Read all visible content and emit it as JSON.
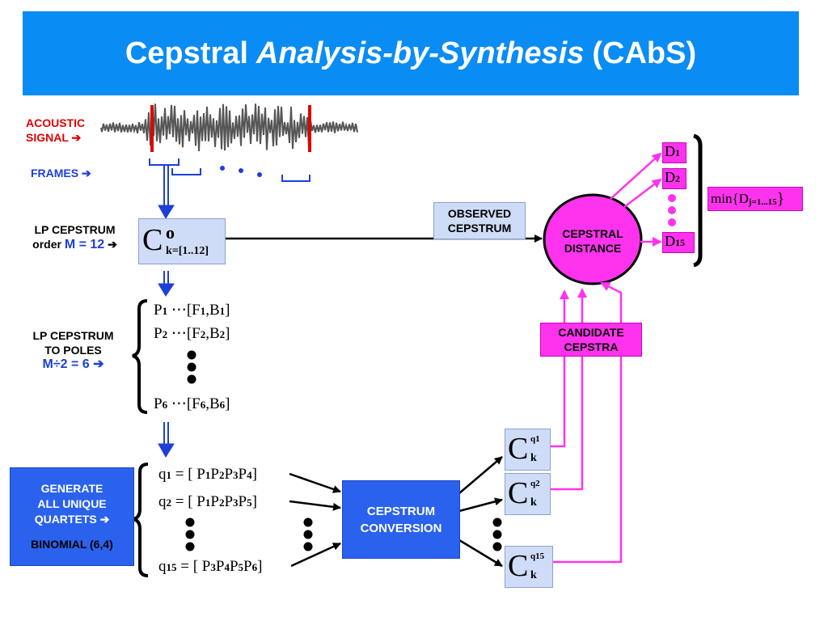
{
  "title": {
    "part1": "Cepstral",
    "part2": "Analysis-by-Synthesis",
    "part3": "(CAbS)"
  },
  "left_labels": {
    "acoustic_signal_line1": "ACOUSTIC",
    "acoustic_signal_line2": "SIGNAL ➔",
    "frames": "FRAMES ➔",
    "lp_cepstrum_line1": "LP CEPSTRUM",
    "lp_cepstrum_order": "order",
    "lp_cepstrum_m": "M = 12",
    "lp_cepstrum_arrow": "➔",
    "to_poles_line1": "LP CEPSTRUM",
    "to_poles_line2": "TO POLES",
    "to_poles_m": "M÷2 = 6 ➔"
  },
  "observed_cepstrum": {
    "line1": "OBSERVED",
    "line2": "CEPSTRUM"
  },
  "c_observed": {
    "c": "C",
    "sup": "o",
    "sub": "k=[1..12]"
  },
  "cepstral_distance": {
    "line1": "CEPSTRAL",
    "line2": "DISTANCE"
  },
  "candidate_cepstra": {
    "line1": "CANDIDATE",
    "line2": "CEPSTRA"
  },
  "distances": {
    "d1": "D",
    "d1_sub": "1",
    "d2": "D",
    "d2_sub": "2",
    "d15": "D",
    "d15_sub": "15"
  },
  "min_box": {
    "prefix": "min{D",
    "sub": "j=1...15",
    "suffix": "}"
  },
  "poles": [
    {
      "p": "P",
      "p_sub": "1",
      "mid": "⋯[F",
      "f_sub": "1",
      "comma": ",B",
      "b_sub": "1",
      "end": "]"
    },
    {
      "p": "P",
      "p_sub": "2",
      "mid": "⋯[F",
      "f_sub": "2",
      "comma": ",B",
      "b_sub": "2",
      "end": "]"
    },
    {
      "p": "P",
      "p_sub": "6",
      "mid": "⋯[F",
      "f_sub": "6",
      "comma": ",B",
      "b_sub": "6",
      "end": "]"
    }
  ],
  "generate_box": {
    "line1": "GENERATE",
    "line2": "ALL UNIQUE",
    "line3": "QUARTETS ➔",
    "line4": "BINOMIAL (6,4)"
  },
  "quartets": [
    {
      "q": "q",
      "q_sub": "1",
      "eq": "= [ P",
      "a": "1",
      "pb": "P",
      "b": "2",
      "pc": "P",
      "c": "3",
      "pd": "P",
      "d": "4",
      "end": "]"
    },
    {
      "q": "q",
      "q_sub": "2",
      "eq": "= [ P",
      "a": "1",
      "pb": "P",
      "b": "2",
      "pc": "P",
      "c": "3",
      "pd": "P",
      "d": "5",
      "end": "]"
    },
    {
      "q": "q",
      "q_sub": "15",
      "eq": "= [ P",
      "a": "3",
      "pb": "P",
      "b": "4",
      "pc": "P",
      "c": "5",
      "pd": "P",
      "d": "6",
      "end": "]"
    }
  ],
  "cepstrum_conversion": {
    "line1": "CEPSTRUM",
    "line2": "CONVERSION"
  },
  "candidates": [
    {
      "c": "C",
      "sup": "q1",
      "sub": "k"
    },
    {
      "c": "C",
      "sup": "q2",
      "sub": "k"
    },
    {
      "c": "C",
      "sup": "q15",
      "sub": "k"
    }
  ],
  "colors": {
    "title_bg": "#0a8cf5",
    "magenta": "#ff33ee",
    "light_blue": "#cfdcf7",
    "blue_box": "#2a62ee",
    "arrow_blue": "#1c3fd8",
    "red": "#e00000"
  }
}
